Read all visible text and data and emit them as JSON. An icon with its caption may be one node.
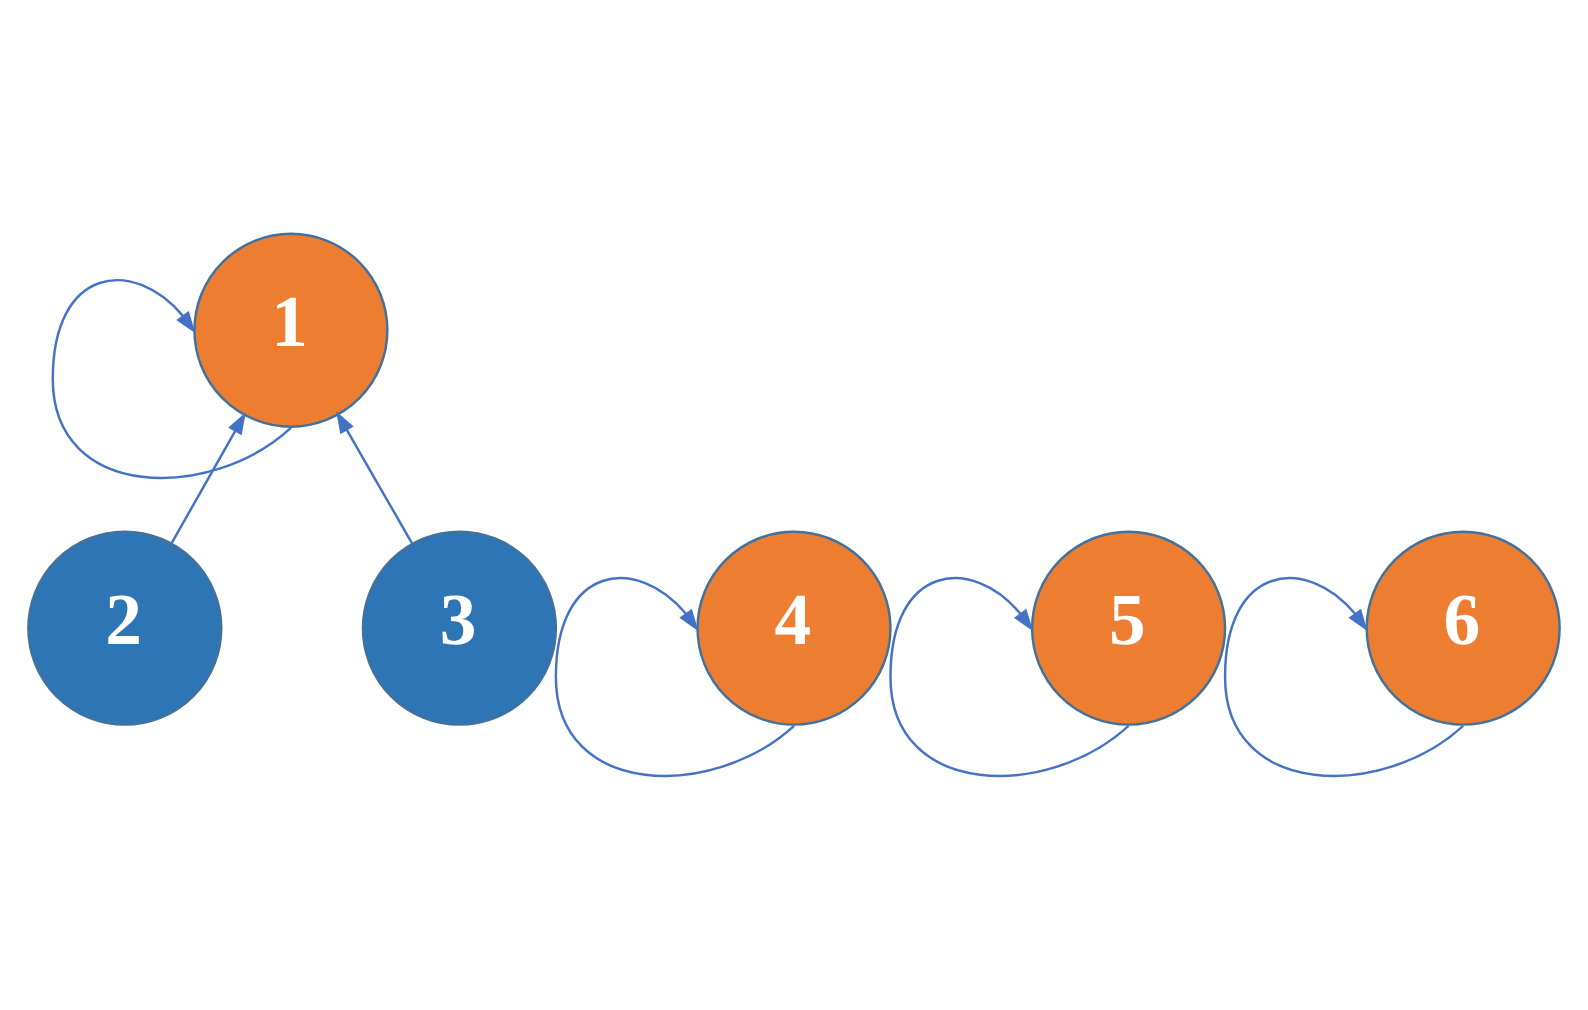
{
  "diagram": {
    "nodes": [
      {
        "text": [
          "1"
        ]
      },
      {
        "text": [
          "2"
        ]
      },
      {
        "text": [
          "3"
        ]
      },
      {
        "text": [
          "4"
        ]
      },
      {
        "text": [
          "5"
        ]
      },
      {
        "text": [
          "6"
        ]
      }
    ],
    "edges": [
      {
        "from": 1,
        "to": 0,
        "arrow": "to"
      },
      {
        "from": 2,
        "to": 0,
        "arrow": "to"
      },
      {
        "from": 0,
        "to": 0,
        "arrow": "to"
      },
      {
        "from": 3,
        "to": 3,
        "arrow": "to"
      },
      {
        "from": 4,
        "to": 4,
        "arrow": "to"
      },
      {
        "from": 5,
        "to": 5,
        "arrow": "to"
      }
    ]
  }
}
